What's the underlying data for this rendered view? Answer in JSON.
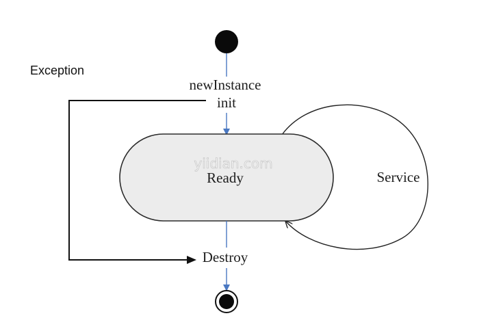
{
  "diagram": {
    "states": {
      "ready": "Ready"
    },
    "transitions": {
      "new_instance": "newInstance",
      "init": "init",
      "service": "Service",
      "destroy": "Destroy",
      "exception": "Exception"
    },
    "watermark": "yiidian.com",
    "colors": {
      "flow_arrow": "#4a78c2",
      "line": "#111111",
      "state_fill": "#ececec",
      "state_border": "#2b2b2b"
    },
    "icons": {
      "start": "initial-state-node",
      "end": "final-state-node"
    }
  }
}
